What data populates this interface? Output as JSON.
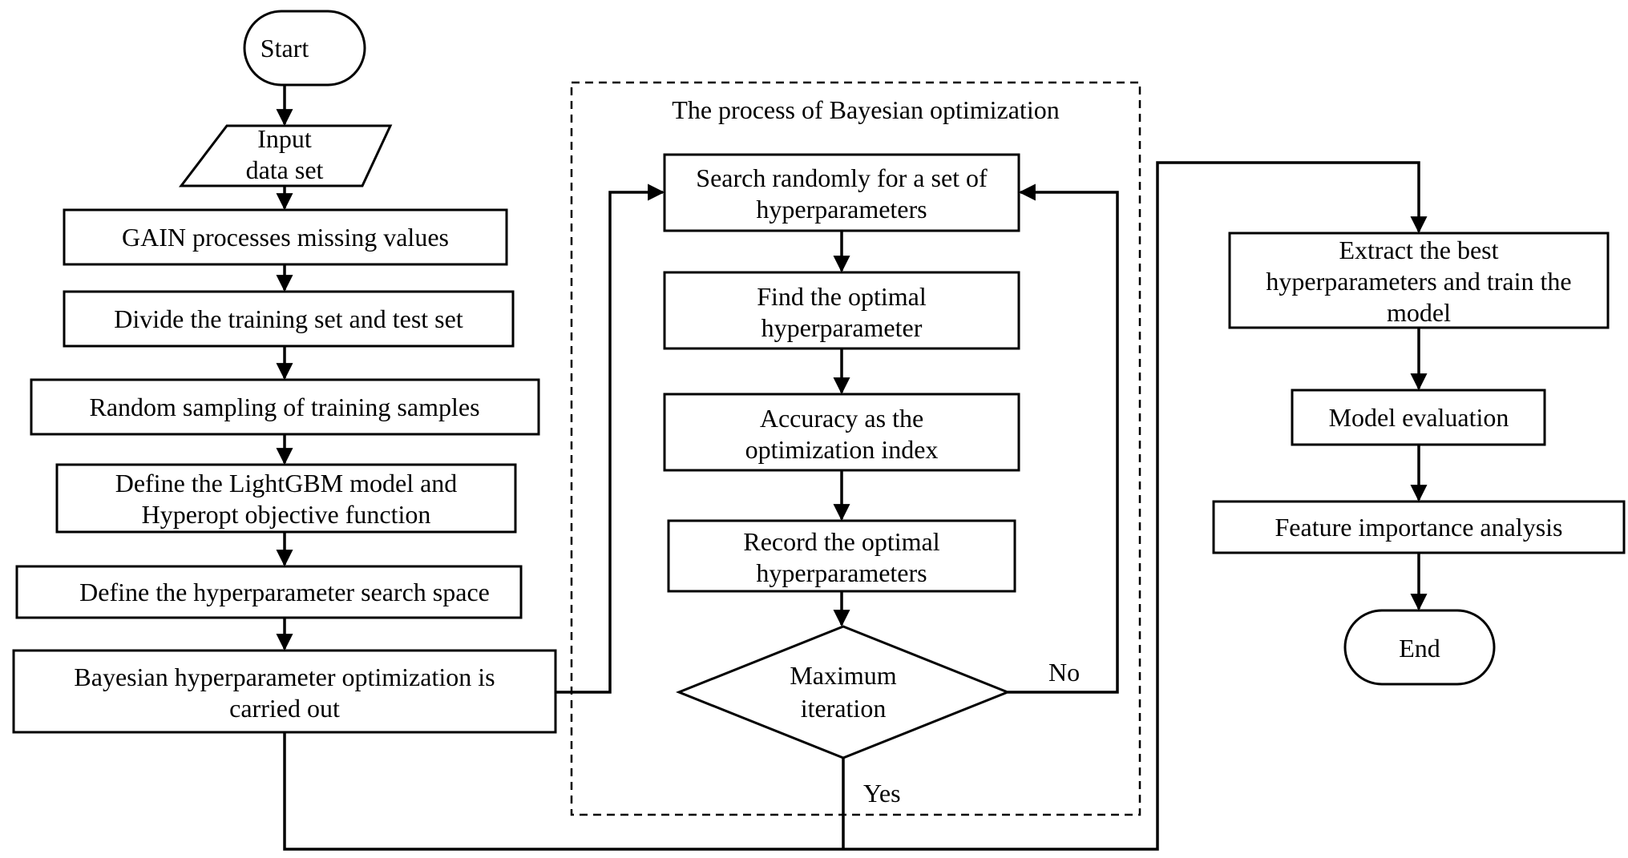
{
  "nodes": {
    "start": "Start",
    "input_line1": "Input",
    "input_line2": "data set",
    "gain": "GAIN processes missing values",
    "divide": "Divide the training set and test set",
    "random_sampling": "Random sampling of training samples",
    "define_model_line1": "Define the LightGBM model and",
    "define_model_line2": "Hyperopt objective function",
    "define_space": "Define the hyperparameter search space",
    "bayes_line1": "Bayesian hyperparameter optimization is",
    "bayes_line2": "carried out",
    "search_line1": "Search randomly for a set of",
    "search_line2": "hyperparameters",
    "find_line1": "Find the optimal",
    "find_line2": "hyperparameter",
    "accuracy_line1": "Accuracy as the",
    "accuracy_line2": "optimization index",
    "record_line1": "Record the optimal",
    "record_line2": "hyperparameters",
    "decision_line1": "Maximum",
    "decision_line2": "iteration",
    "extract_line1": "Extract the best",
    "extract_line2": "hyperparameters and train the",
    "extract_line3": "model",
    "evaluation": "Model evaluation",
    "feature": "Feature importance analysis",
    "end": "End"
  },
  "bayes_frame_title": "The process of Bayesian optimization",
  "edge_labels": {
    "no": "No",
    "yes": "Yes"
  }
}
